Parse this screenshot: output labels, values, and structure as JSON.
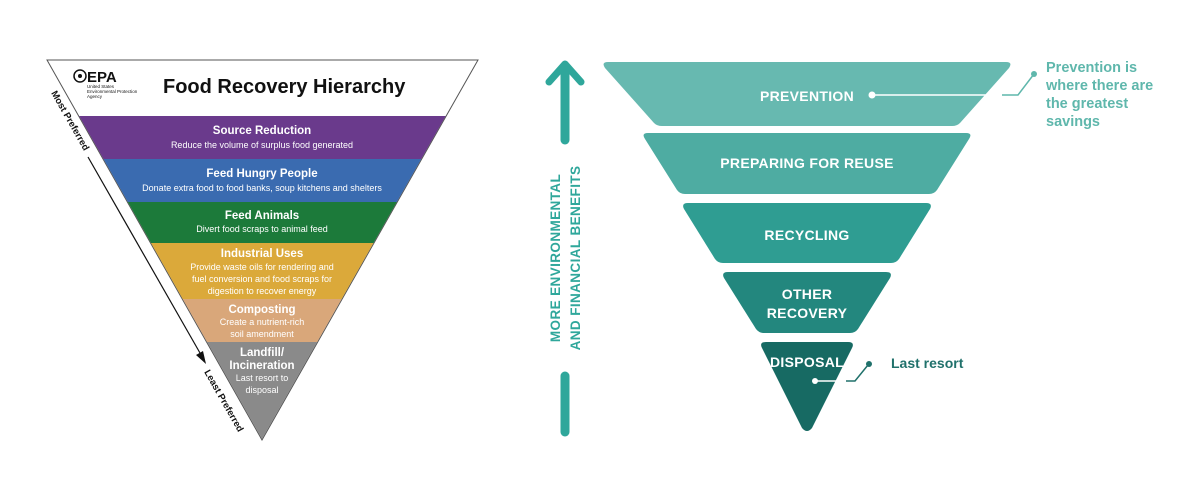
{
  "left": {
    "logo": {
      "wordmark": "EPA",
      "agency_lines": [
        "United States",
        "Environmental Protection",
        "Agency"
      ]
    },
    "title": "Food Recovery Hierarchy",
    "most_preferred": "Most Preferred",
    "least_preferred": "Least Preferred",
    "levels": [
      {
        "title": "Source Reduction",
        "lines": [
          "Reduce the volume of surplus food generated"
        ],
        "color": "#6a3a8c"
      },
      {
        "title": "Feed Hungry People",
        "lines": [
          "Donate extra food to food banks, soup kitchens and shelters"
        ],
        "color": "#3a6bb0"
      },
      {
        "title": "Feed Animals",
        "lines": [
          "Divert food scraps to animal feed"
        ],
        "color": "#1c7a3a"
      },
      {
        "title": "Industrial Uses",
        "lines": [
          "Provide waste oils for rendering and",
          "fuel conversion and food scraps for",
          "digestion to recover energy"
        ],
        "color": "#dba93a"
      },
      {
        "title": "Composting",
        "lines": [
          "Create a nutrient-rich",
          "soil amendment"
        ],
        "color": "#d9a77a"
      },
      {
        "title": "Landfill/",
        "title2": "Incineration",
        "lines": [
          "Last resort to",
          "disposal"
        ],
        "color": "#8a8a8a"
      }
    ]
  },
  "right": {
    "benefits_line1": "MORE ENVIRONMENTAL",
    "benefits_line2": "AND FINANCIAL BENEFITS",
    "tiers": [
      {
        "lines": [
          "PREVENTION"
        ],
        "color": "#67b9b0"
      },
      {
        "lines": [
          "PREPARING FOR REUSE"
        ],
        "color": "#4eaca2"
      },
      {
        "lines": [
          "RECYCLING"
        ],
        "color": "#2f9d92"
      },
      {
        "lines": [
          "OTHER",
          "RECOVERY"
        ],
        "color": "#23877e"
      },
      {
        "lines": [
          "DISPOSAL"
        ],
        "color": "#176a63"
      }
    ],
    "prevention_note": [
      "Prevention is",
      "where there are",
      "the greatest",
      "savings"
    ],
    "disposal_note": "Last resort"
  },
  "colors": {
    "teal_arrow": "#2fa79b",
    "note_light": "#5fb7ac",
    "note_dark": "#20716b"
  }
}
